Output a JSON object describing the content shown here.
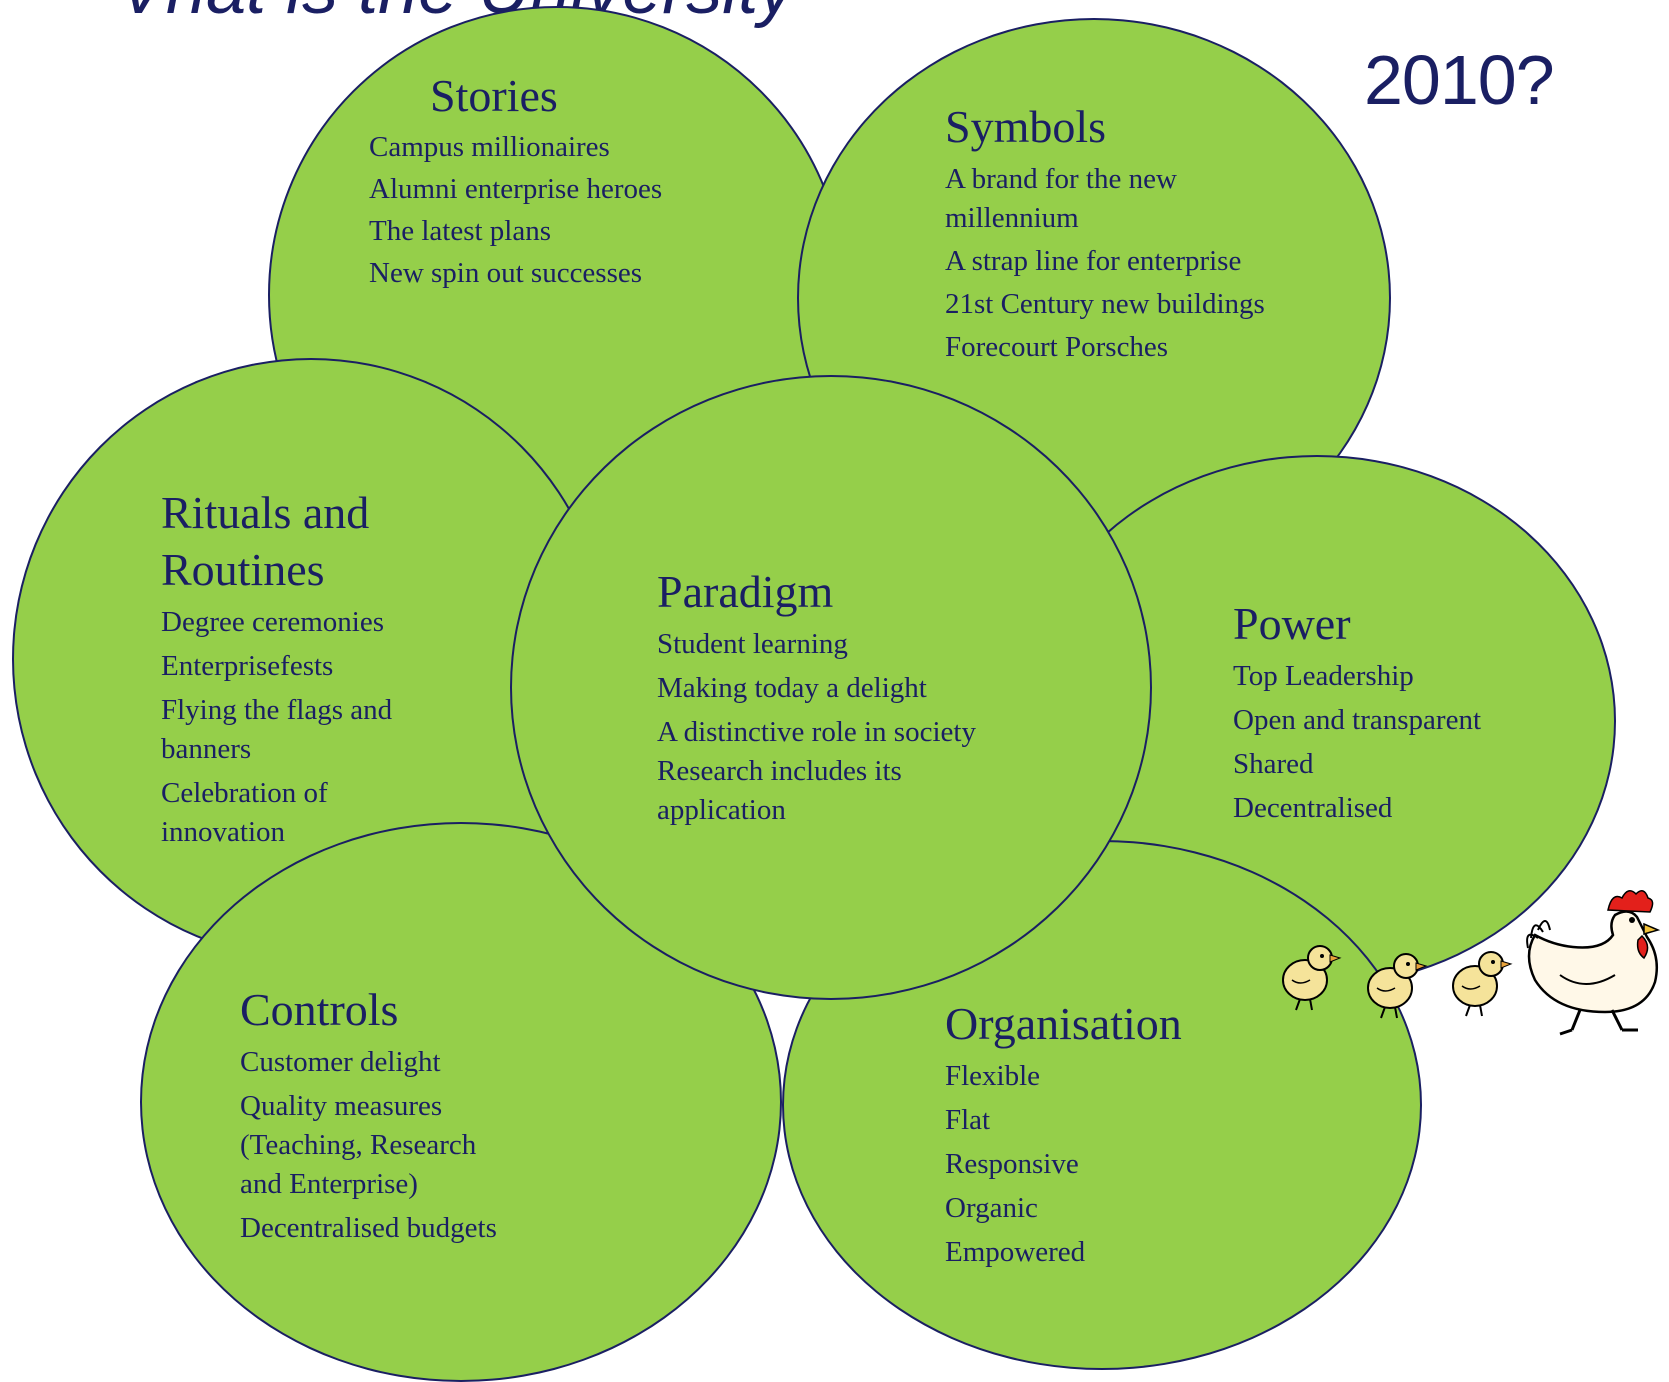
{
  "title": {
    "top_fragment": "Vhat is the University",
    "year": "2010?"
  },
  "circles": {
    "stories": {
      "heading": "Stories",
      "items": [
        "Campus millionaires",
        "Alumni enterprise heroes",
        "The latest plans",
        "New spin out successes"
      ]
    },
    "symbols": {
      "heading": "Symbols",
      "items": [
        " A brand for the new millennium",
        "A strap line for enterprise",
        "21st Century new buildings",
        "Forecourt Porsches"
      ]
    },
    "rituals": {
      "heading_line1": "Rituals and",
      "heading_line2": "Routines",
      "items": [
        "Degree ceremonies",
        "Enterprisefests",
        "Flying the flags and banners",
        "Celebration of innovation"
      ]
    },
    "paradigm": {
      "heading": "Paradigm",
      "items": [
        "Student learning",
        "Making today a delight",
        "A distinctive role in  society",
        "Research  includes its application"
      ]
    },
    "power": {
      "heading": "Power",
      "items": [
        "Top Leadership",
        "Open and transparent",
        "Shared",
        "Decentralised"
      ]
    },
    "controls": {
      "heading": "Controls",
      "items": [
        "Customer delight",
        "Quality measures (Teaching, Research and Enterprise)",
        "Decentralised budgets"
      ]
    },
    "organisation": {
      "heading": "Organisation",
      "items": [
        "Flexible",
        "Flat",
        "Responsive",
        "Organic",
        "Empowered"
      ]
    }
  },
  "colors": {
    "circle_fill": "#95cf4a",
    "outline_and_text": "#1a1f63",
    "hen_red": "#e3201b",
    "chick_yellow": "#f5e39a"
  },
  "icons": [
    "hen-icon",
    "chick-icon",
    "chick-icon",
    "chick-icon"
  ]
}
